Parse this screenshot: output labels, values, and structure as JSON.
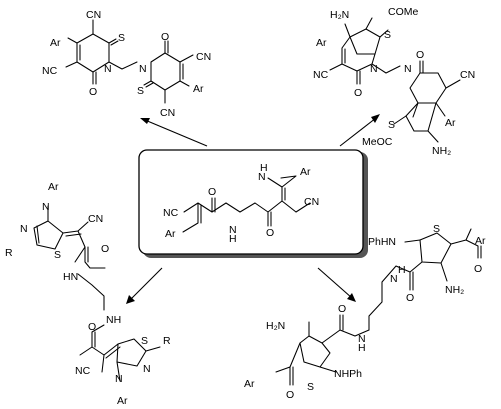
{
  "scheme": {
    "center": {
      "labels": {
        "ar_top": "Ar",
        "cn_right": "CN",
        "nh_top": "H",
        "n_top": "N",
        "o_top": "O",
        "o_bottom": "O",
        "nh_bottom_n": "N",
        "nh_bottom_h": "H",
        "cn_left": "NC",
        "ar_bottom": "Ar"
      }
    },
    "top_left": {
      "labels": {
        "cn1": "CN",
        "s1": "S",
        "ar": "Ar",
        "n1": "N",
        "nc1": "NC",
        "o1": "O",
        "o2": "O",
        "n2": "N",
        "cn2": "CN",
        "s2": "S",
        "ar2": "Ar",
        "cn3": "CN"
      }
    },
    "top_right": {
      "labels": {
        "h2n": "H₂N",
        "come": "COMe",
        "ar": "Ar",
        "s1": "S",
        "nc": "NC",
        "n1": "N",
        "o1": "O",
        "n2": "N",
        "o2": "O",
        "cn": "CN",
        "s2": "S",
        "ar2": "Ar",
        "meoc": "MeOC",
        "nh2": "NH₂"
      }
    },
    "bottom_left": {
      "labels": {
        "ar1": "Ar",
        "n1": "N",
        "n2": "N",
        "cn1": "CN",
        "r1": "R",
        "s1": "S",
        "o1": "O",
        "hn1": "HN",
        "nh1": "NH",
        "o2": "O",
        "s2": "S",
        "r2": "R",
        "nc2": "NC",
        "n3": "N",
        "n4": "N",
        "ar2": "Ar"
      }
    },
    "bottom_right": {
      "labels": {
        "phhn": "PhHN",
        "s1": "S",
        "ar1": "Ar",
        "o1": "O",
        "o2": "O",
        "nh2_1": "NH₂",
        "hn": "H",
        "n_link": "N",
        "h2n": "H₂N",
        "o3": "O",
        "nh_link": "N",
        "nh_link_h": "H",
        "ar2": "Ar",
        "o4": "O",
        "s2": "S",
        "nhph": "NHPh"
      }
    }
  }
}
